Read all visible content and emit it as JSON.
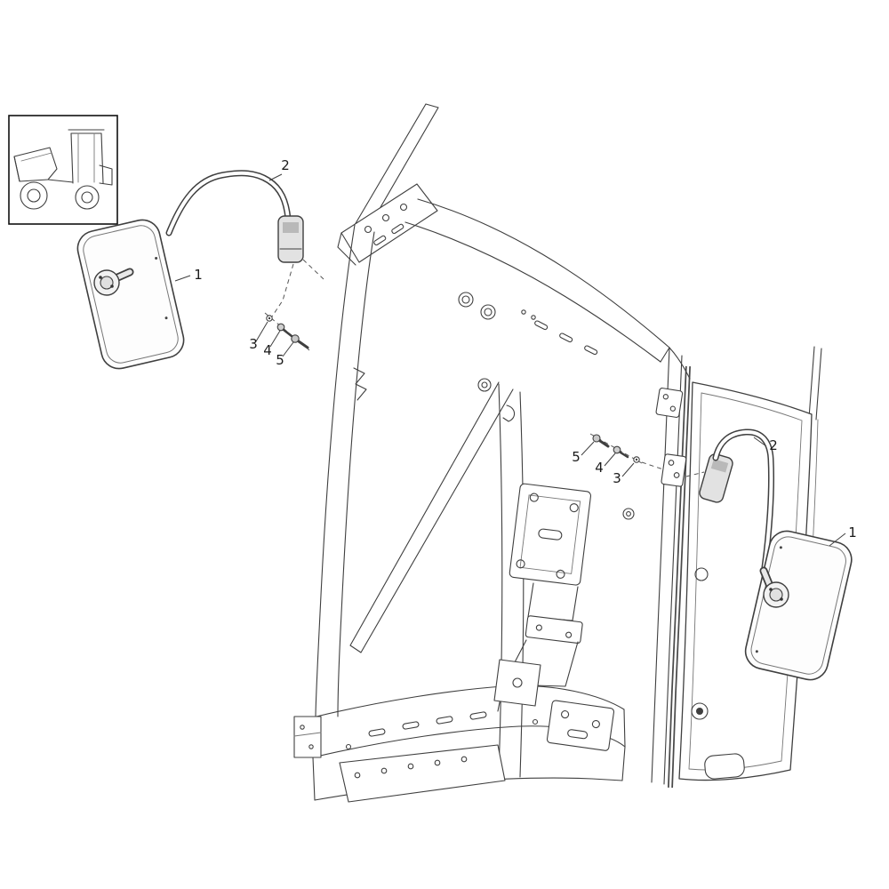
{
  "diagram": {
    "type": "exploded-parts-diagram",
    "subject": "cab-mirror-assembly",
    "colors": {
      "line": "#3f3f3f",
      "background": "#ffffff"
    },
    "callouts": {
      "left": [
        {
          "label": "1"
        },
        {
          "label": "2"
        },
        {
          "label": "3"
        },
        {
          "label": "4"
        },
        {
          "label": "5"
        }
      ],
      "right": [
        {
          "label": "5"
        },
        {
          "label": "4"
        },
        {
          "label": "3"
        },
        {
          "label": "2"
        },
        {
          "label": "1"
        }
      ]
    }
  }
}
